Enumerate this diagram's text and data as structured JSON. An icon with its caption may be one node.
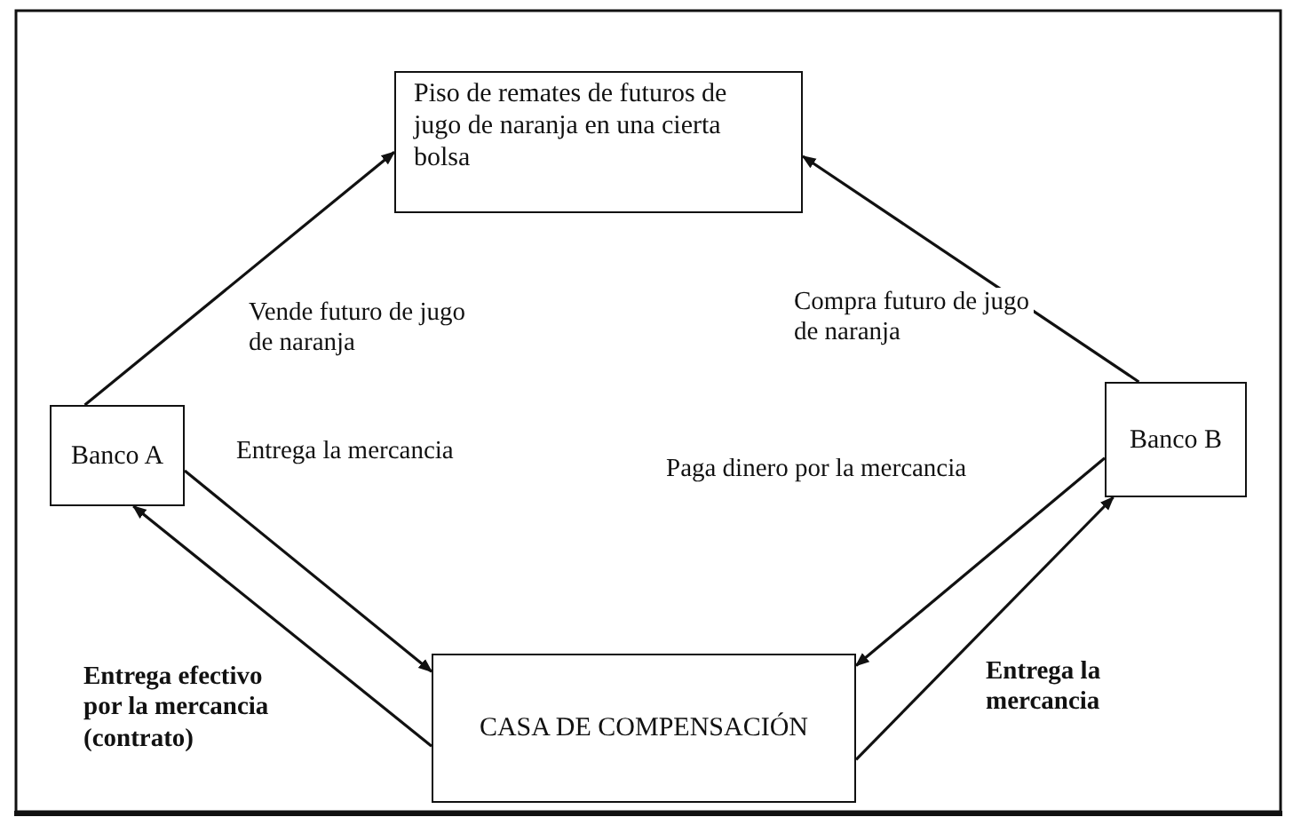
{
  "diagram": {
    "nodes": [
      {
        "text": [
          "Piso de remates de futuros de jugo de naranja en una cierta bolsa"
        ]
      },
      {
        "text": [
          "Banco A"
        ]
      },
      {
        "text": [
          "Banco B"
        ]
      },
      {
        "text": [
          "CASA DE COMPENSACIÓN"
        ]
      }
    ],
    "edges": [
      {
        "from": 1,
        "to": 0,
        "arrow": "to",
        "label": "Vende futuro de jugo de naranja"
      },
      {
        "from": 2,
        "to": 0,
        "arrow": "to",
        "label": "Compra futuro de jugo de naranja"
      },
      {
        "from": 1,
        "to": 3,
        "arrow": "to",
        "label": "Entrega la mercancia"
      },
      {
        "from": 3,
        "to": 1,
        "arrow": "to",
        "label": "Entrega efectivo por la mercancia (contrato)"
      },
      {
        "from": 2,
        "to": 3,
        "arrow": "to",
        "label": "Paga dinero por la mercancia"
      },
      {
        "from": 3,
        "to": 2,
        "arrow": "to",
        "label": "Entrega la mercancia"
      }
    ]
  }
}
